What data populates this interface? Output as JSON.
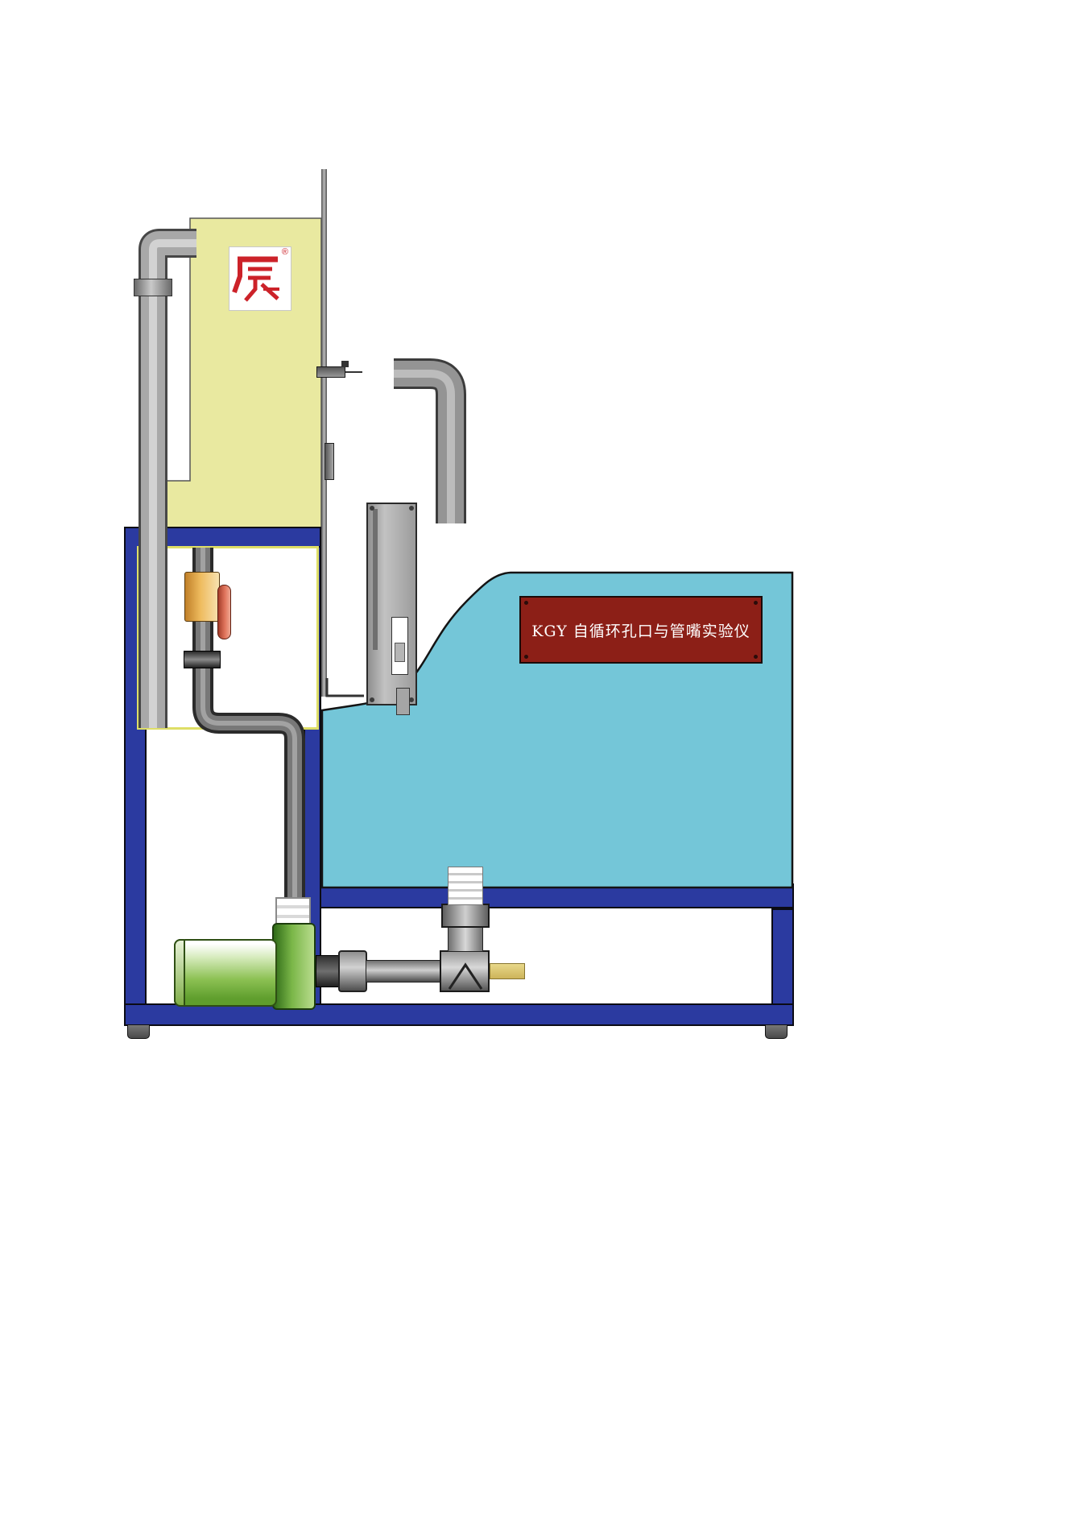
{
  "nameplate": {
    "label": "KGY 自循环孔口与管嘴实验仪",
    "bg_color": "#8c1f17",
    "text_color": "#ffffff"
  },
  "logo": {
    "glyph": "辰",
    "registered_mark": "®",
    "color": "#cc2229"
  },
  "icons": {
    "brand-logo-icon": "辰 brand mark (red stylized character in white square)"
  },
  "colors": {
    "upper_tank_yellow": "#e9e9a0",
    "frame_blue": "#2b3aa0",
    "water_tank_cyan": "#74c6d8",
    "pipe_light_gray": "#a8a8a8",
    "pipe_dark_gray": "#787878",
    "pump_green": "#7ab648",
    "valve_body_orange": "#eebb5e",
    "valve_handle_red": "#e0745c",
    "brass_fitting": "#d8c06a",
    "background": "#ffffff"
  }
}
